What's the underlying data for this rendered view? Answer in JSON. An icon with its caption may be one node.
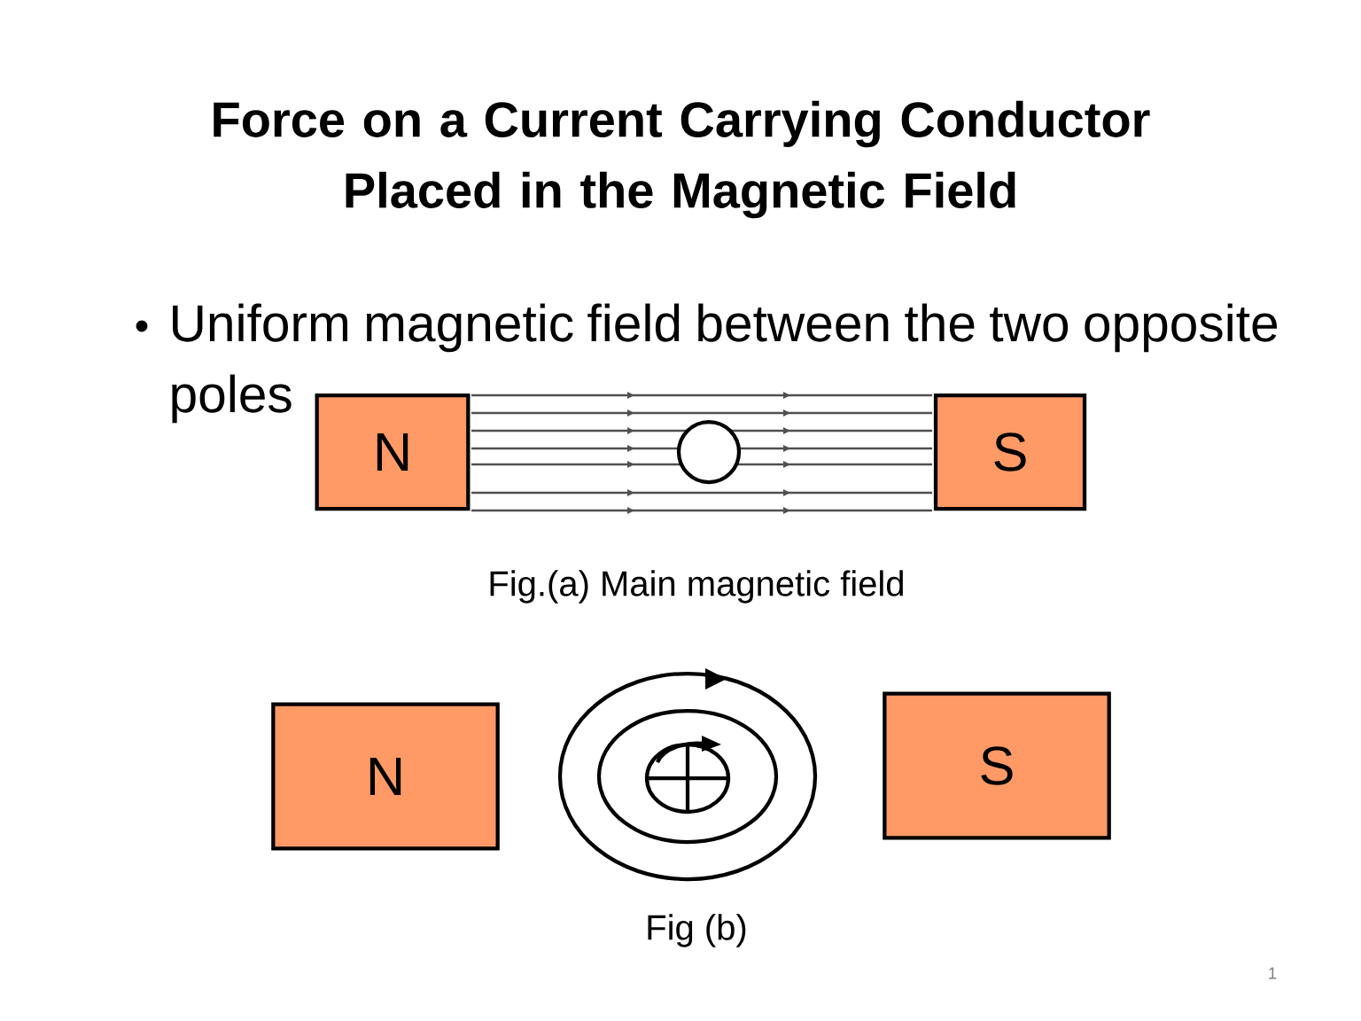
{
  "diagram": {
    "title": "Force on a Current Carrying Conductor Placed in the Magnetic Field",
    "nodes": [
      {
        "text": [
          "N"
        ]
      },
      {
        "text": [
          "S"
        ]
      },
      {
        "text": [
          "N"
        ]
      },
      {
        "text": [
          "S"
        ]
      }
    ],
    "labels": [
      "Uniform magnetic field between the two opposite poles",
      "Fig.(a) Main magnetic field",
      "Fig (b)",
      "1"
    ]
  }
}
